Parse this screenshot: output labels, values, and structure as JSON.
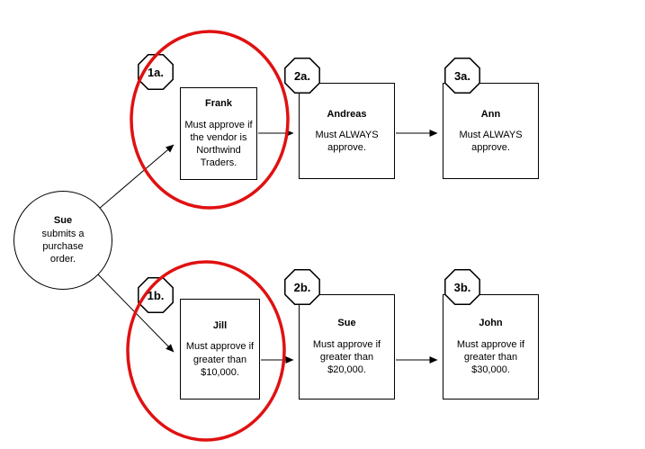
{
  "diagram": {
    "start": {
      "name": "Sue",
      "text": "submits a purchase order."
    },
    "highlight_color": "#e01111",
    "rows": [
      {
        "id": "top-approval-path",
        "nodes": [
          {
            "badge": "1a.",
            "name": "Frank",
            "desc": "Must approve if the vendor is Northwind Traders.",
            "highlighted": true
          },
          {
            "badge": "2a.",
            "name": "Andreas",
            "desc": "Must ALWAYS approve.",
            "highlighted": false
          },
          {
            "badge": "3a.",
            "name": "Ann",
            "desc": "Must ALWAYS approve.",
            "highlighted": false
          }
        ]
      },
      {
        "id": "bottom-approval-path",
        "nodes": [
          {
            "badge": "1b.",
            "name": "Jill",
            "desc": "Must approve if greater than $10,000.",
            "highlighted": true
          },
          {
            "badge": "2b.",
            "name": "Sue",
            "desc": "Must approve if greater than $20,000.",
            "highlighted": false
          },
          {
            "badge": "3b.",
            "name": "John",
            "desc": "Must approve if greater than $30,000.",
            "highlighted": false
          }
        ]
      }
    ]
  }
}
